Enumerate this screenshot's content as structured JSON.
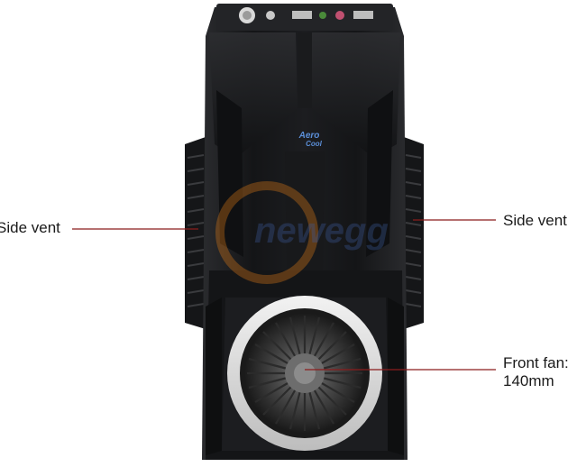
{
  "image": {
    "subject": "computer tower case front view",
    "background_color": "#ffffff",
    "case_color": "#1e1f21",
    "leader_line_color": "#8b1c1c",
    "watermark_ring_color": "#e07a16",
    "watermark_text_color": "#3c5a9a"
  },
  "brand": {
    "logo_line1": "Aero",
    "logo_line2": "Cool"
  },
  "watermark": {
    "text": "newegg"
  },
  "callouts": {
    "side_vent_left": "Side vent",
    "side_vent_right": "Side vent",
    "front_fan_line1": "Front fan:",
    "front_fan_line2": "140mm"
  }
}
